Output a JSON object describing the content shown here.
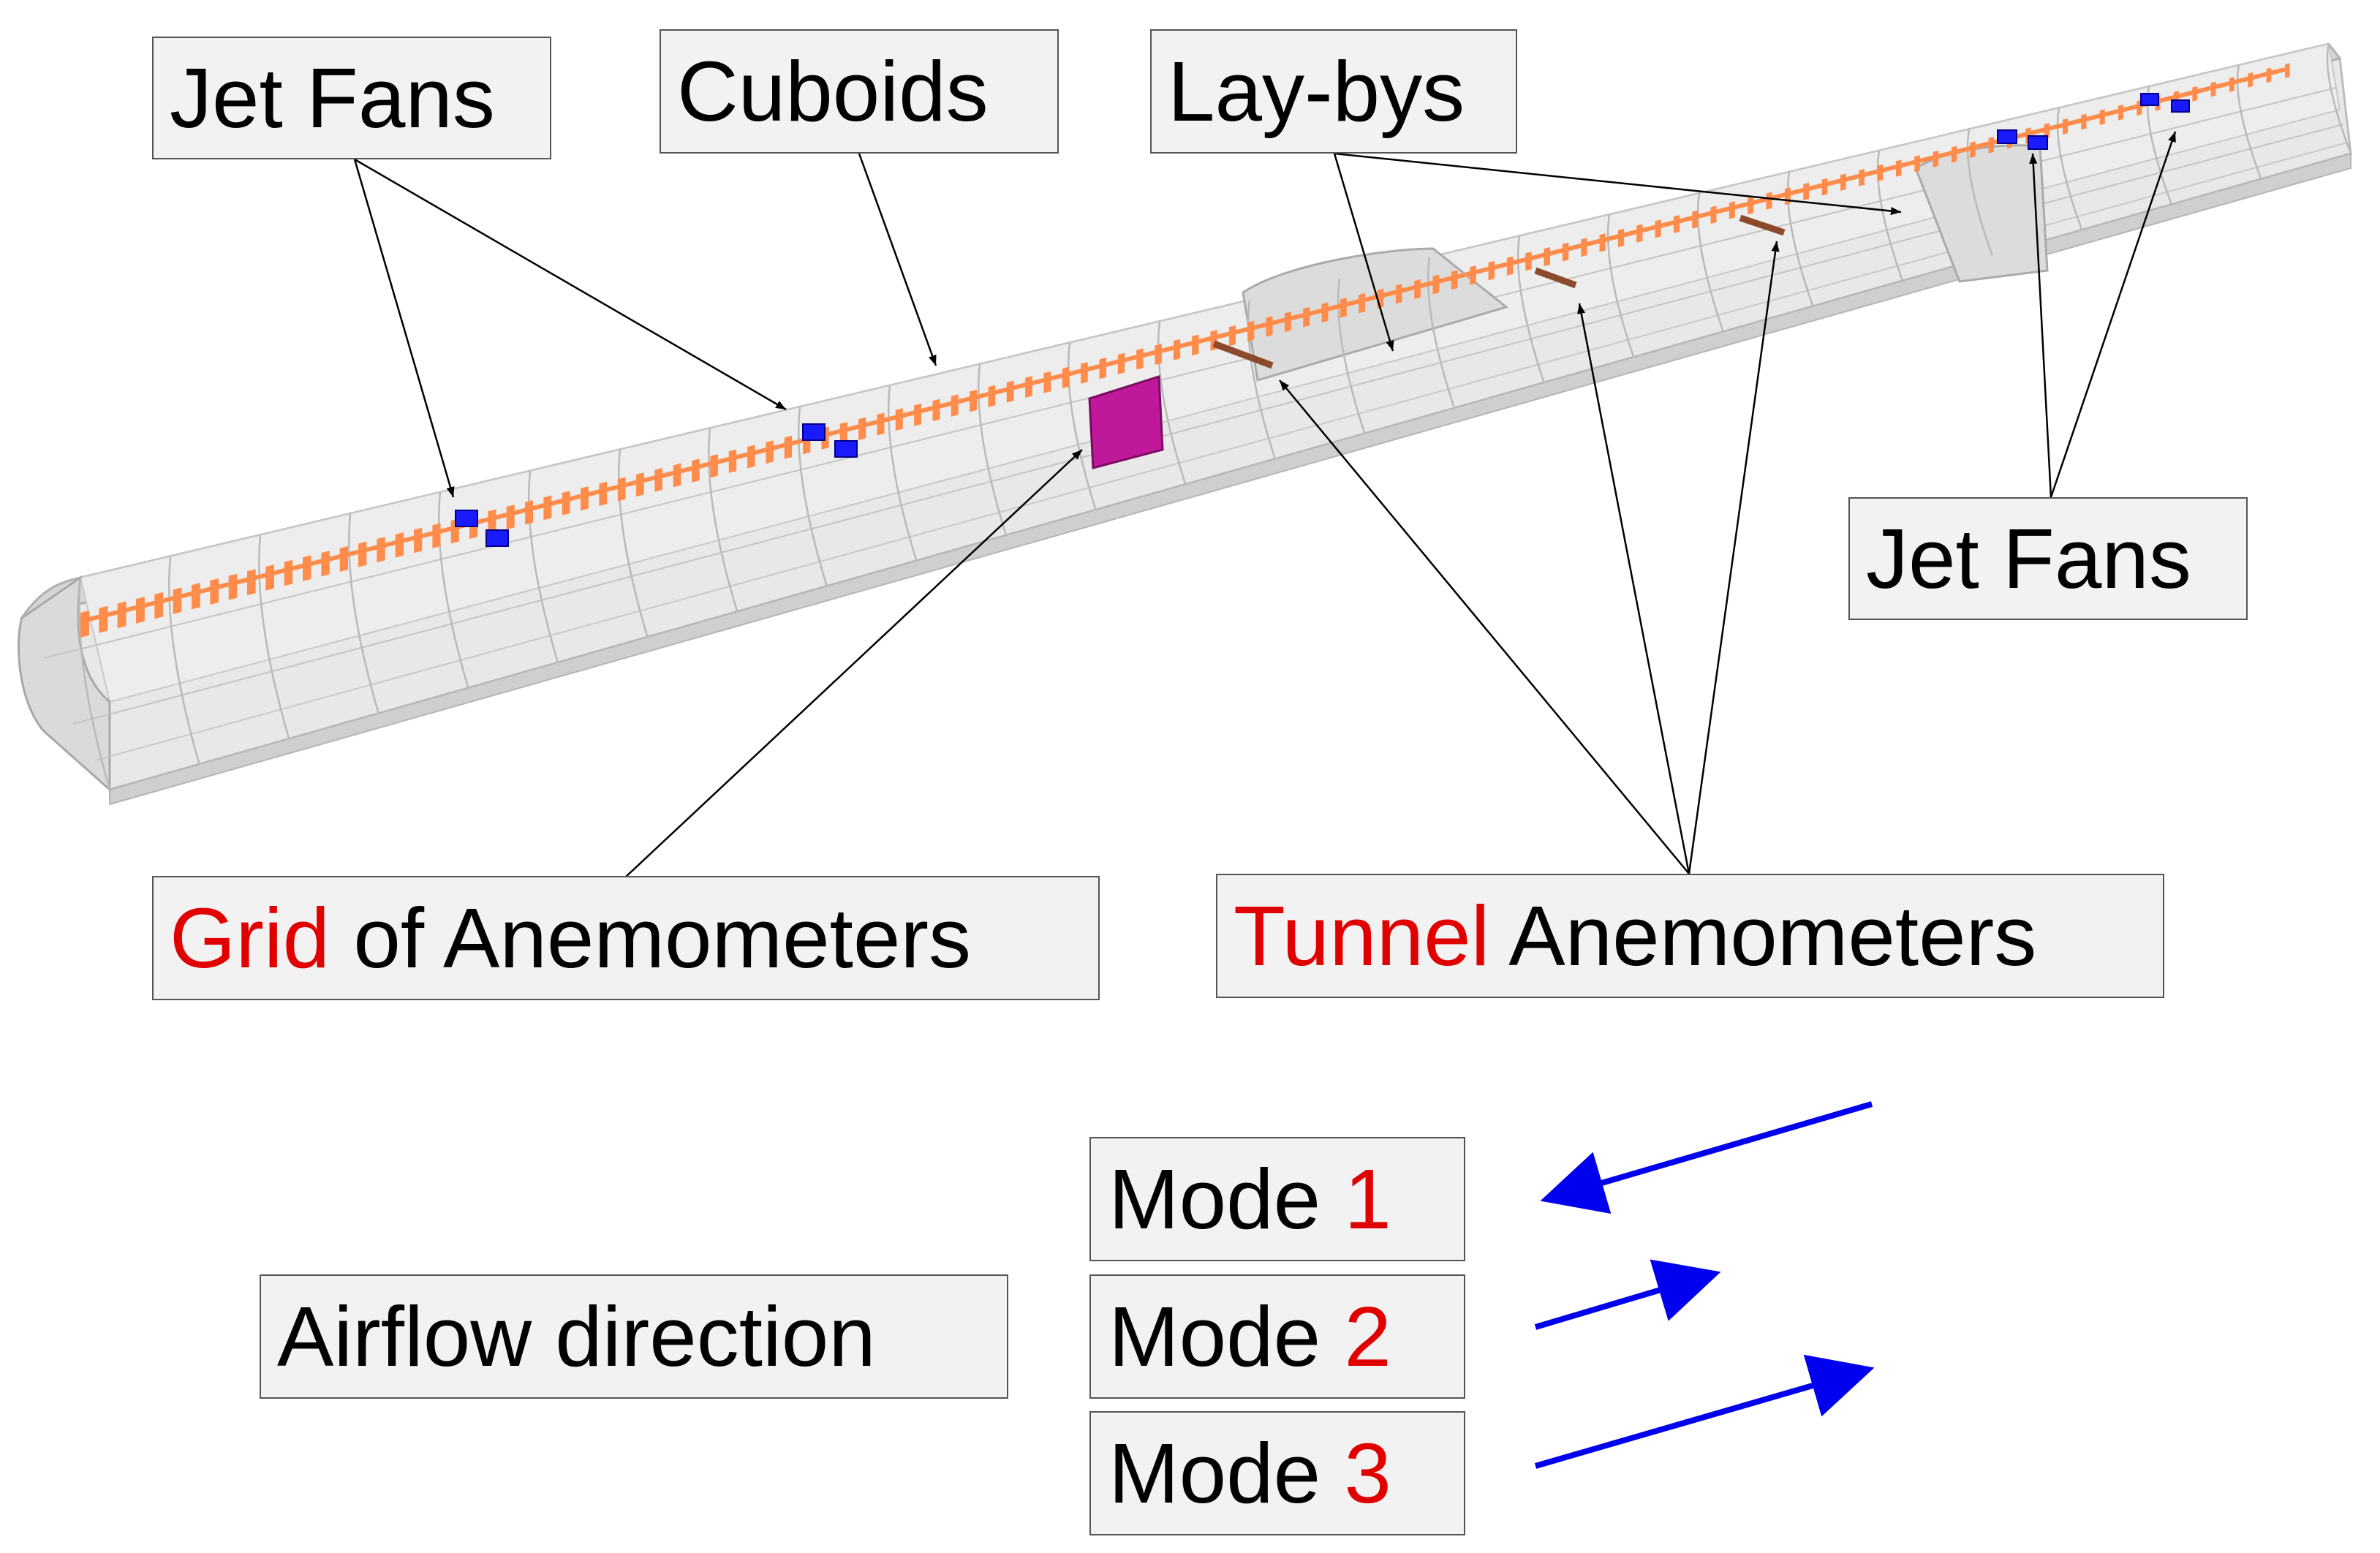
{
  "labels": {
    "jet_fans_left": "Jet Fans",
    "cuboids": "Cuboids",
    "lay_bys": "Lay-bys",
    "jet_fans_right": "Jet Fans",
    "grid_anemometers": {
      "accent": "Grid",
      "rest": " of Anemometers"
    },
    "tunnel_anemometers": {
      "accent": "Tunnel",
      "rest": " Anemometers"
    },
    "airflow_direction": "Airflow direction"
  },
  "modes": [
    {
      "word": "Mode ",
      "number": "1"
    },
    {
      "word": "Mode ",
      "number": "2"
    },
    {
      "word": "Mode ",
      "number": "3"
    }
  ],
  "colors": {
    "accent_text": "#e00000",
    "arrow_blue": "#0000ee",
    "cuboid_orange": "#ff8c4a",
    "jet_fan_blue": "#1a1aff",
    "grid_magenta": "#c0189a",
    "anemometer_brown": "#8b4a2b",
    "tunnel_shell": "#d9d9d9"
  }
}
